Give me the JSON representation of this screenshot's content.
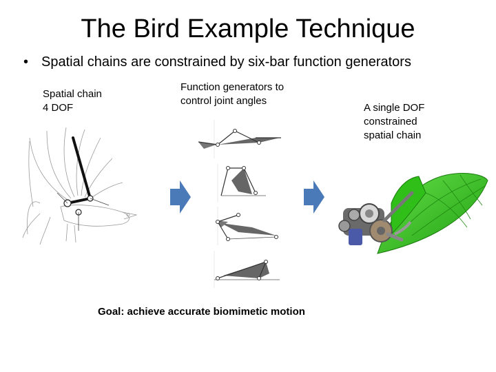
{
  "slide": {
    "title": "The Bird Example Technique",
    "bullet_marker": "•",
    "bullet": "Spatial chains are constrained by six-bar function generators",
    "label_chain_line1": "Spatial chain",
    "label_chain_line2": "4 DOF",
    "label_func_line1": "Function generators to",
    "label_func_line2": "control joint angles",
    "label_single_line1": "A single DOF",
    "label_single_line2": "constrained",
    "label_single_line3": "spatial chain",
    "goal": "Goal: achieve accurate biomimetic motion"
  },
  "colors": {
    "arrow": "#4a7ab8",
    "wing_green": "#33cc1a",
    "linkage_gray": "#555555"
  },
  "icons": {
    "arrow_left": "right-arrow-icon",
    "arrow_right": "right-arrow-icon"
  }
}
